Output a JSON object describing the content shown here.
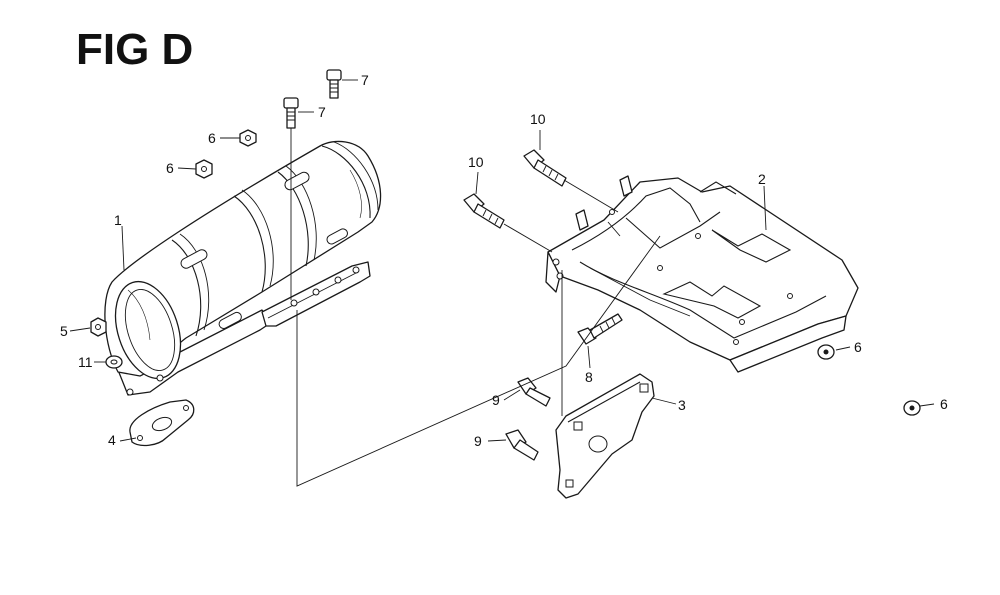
{
  "figure": {
    "title": "FIG D"
  },
  "callouts": [
    {
      "id": "c1",
      "text": "1"
    },
    {
      "id": "c2",
      "text": "2"
    },
    {
      "id": "c3",
      "text": "3"
    },
    {
      "id": "c4",
      "text": "4"
    },
    {
      "id": "c5",
      "text": "5"
    },
    {
      "id": "c6a",
      "text": "6"
    },
    {
      "id": "c6b",
      "text": "6"
    },
    {
      "id": "c6c",
      "text": "6"
    },
    {
      "id": "c6d",
      "text": "6"
    },
    {
      "id": "c7a",
      "text": "7"
    },
    {
      "id": "c7b",
      "text": "7"
    },
    {
      "id": "c8",
      "text": "8"
    },
    {
      "id": "c9a",
      "text": "9"
    },
    {
      "id": "c9b",
      "text": "9"
    },
    {
      "id": "c10a",
      "text": "10"
    },
    {
      "id": "c10b",
      "text": "10"
    },
    {
      "id": "c11",
      "text": "11"
    }
  ]
}
